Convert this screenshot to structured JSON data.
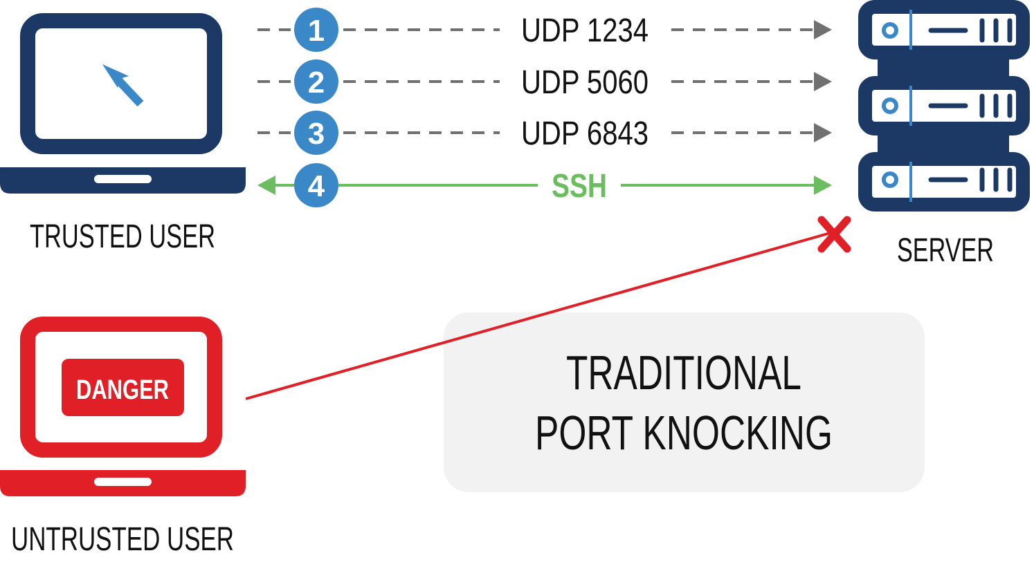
{
  "trusted_user": {
    "label": "TRUSTED USER",
    "icon": "laptop-with-cursor",
    "color": "#1c3864",
    "accent": "#3b88c9"
  },
  "untrusted_user": {
    "label": "UNTRUSTED USER",
    "icon": "laptop-with-warning",
    "color": "#e11f26",
    "screen_badge": "DANGER"
  },
  "server": {
    "label": "SERVER",
    "icon": "server-rack",
    "color": "#1c3864",
    "accent": "#3b88c9"
  },
  "steps": [
    {
      "number": "1",
      "label": "UDP 1234",
      "color": "#707070",
      "style": "dashed",
      "direction": "to-server"
    },
    {
      "number": "2",
      "label": "UDP 5060",
      "color": "#707070",
      "style": "dashed",
      "direction": "to-server"
    },
    {
      "number": "3",
      "label": "UDP 6843",
      "color": "#707070",
      "style": "dashed",
      "direction": "to-server"
    },
    {
      "number": "4",
      "label": "SSH",
      "color": "#6cbd5f",
      "style": "solid",
      "direction": "both"
    }
  ],
  "step_badge_color": "#3b88c9",
  "blocked_connection": {
    "marker": "x",
    "color": "#e11f26"
  },
  "caption": {
    "line1": "TRADITIONAL",
    "line2": "PORT KNOCKING",
    "background": "#f2f2f2"
  }
}
